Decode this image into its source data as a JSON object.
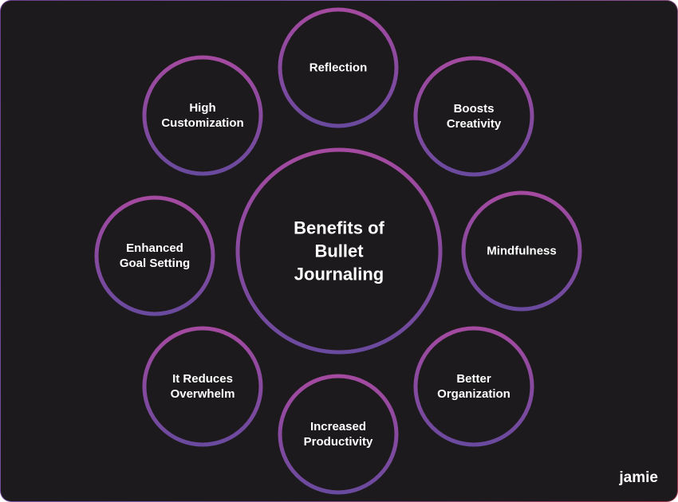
{
  "center": {
    "label": "Benefits of\nBullet\nJournaling"
  },
  "nodes": [
    {
      "id": "reflection",
      "label": "Reflection"
    },
    {
      "id": "boosts-creativity",
      "label": "Boosts\nCreativity"
    },
    {
      "id": "mindfulness",
      "label": "Mindfulness"
    },
    {
      "id": "better-organization",
      "label": "Better\nOrganization"
    },
    {
      "id": "increased-productivity",
      "label": "Increased\nProductivity"
    },
    {
      "id": "it-reduces-overwhelm",
      "label": "It Reduces\nOverwhelm"
    },
    {
      "id": "enhanced-goal-setting",
      "label": "Enhanced\nGoal Setting"
    },
    {
      "id": "high-customization",
      "label": "High\nCustomization"
    }
  ],
  "brand": {
    "name": "jamie"
  },
  "colors": {
    "background": "#1c1a1c",
    "ring_top": "#a44aa0",
    "ring_bottom": "#6a4a9e",
    "text": "#ffffff"
  }
}
